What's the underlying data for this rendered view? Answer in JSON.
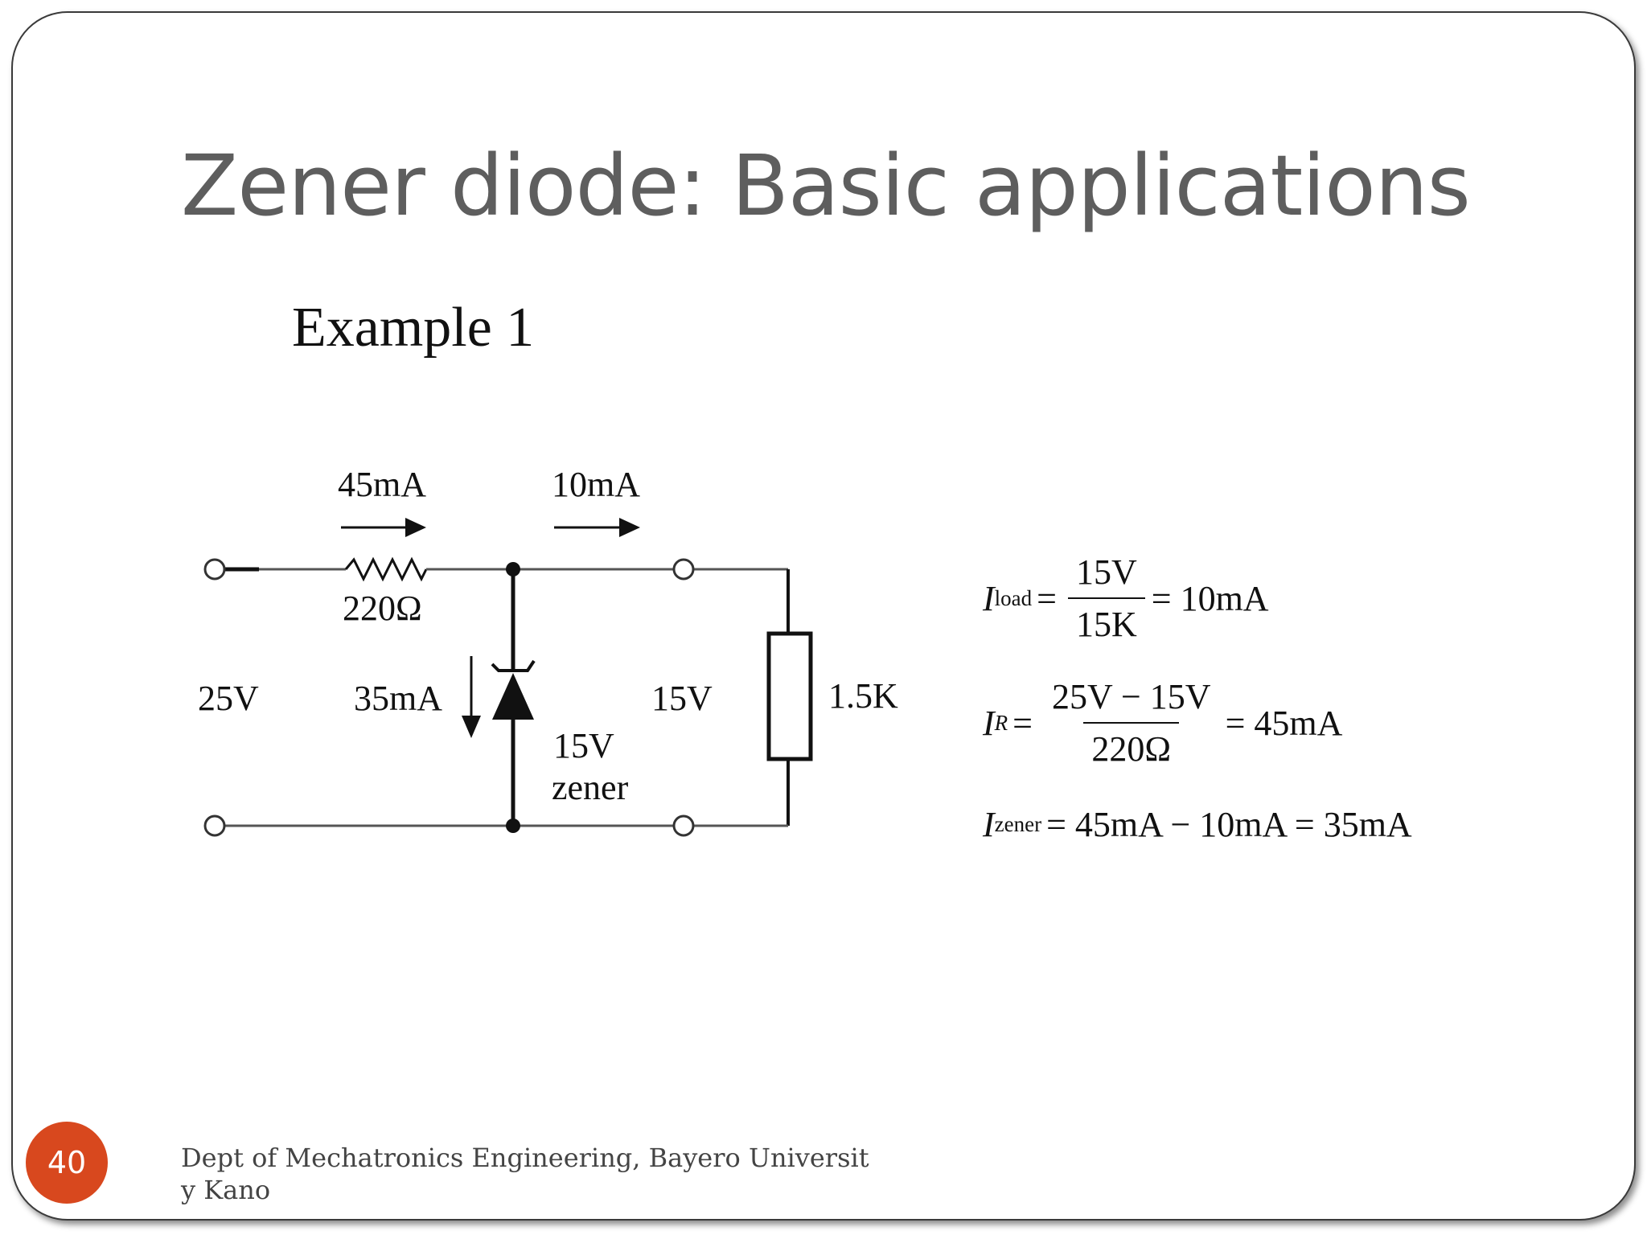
{
  "slide": {
    "title": "Zener diode: Basic applications",
    "example_label": "Example 1",
    "number": "40",
    "footer": "Dept of Mechatronics Engineering, Bayero University Kano"
  },
  "circuit": {
    "current_total": "45mA",
    "current_load": "10mA",
    "resistor_value": "220Ω",
    "source_voltage": "25V",
    "zener_current": "35mA",
    "output_voltage": "15V",
    "load_resistor": "1.5K",
    "zener_rating": "15V",
    "zener_word": "zener"
  },
  "equations": {
    "load": {
      "symbol": "I",
      "sub": "load",
      "eq": "=",
      "num": "15V",
      "den": "15K",
      "result": "= 10mA"
    },
    "resistor": {
      "symbol": "I",
      "sub": "R",
      "eq": "=",
      "num": "25V − 15V",
      "den": "220Ω",
      "result": "= 45mA"
    },
    "zener": {
      "symbol": "I",
      "sub": "zener",
      "expr": "= 45mA − 10mA = 35mA"
    }
  }
}
